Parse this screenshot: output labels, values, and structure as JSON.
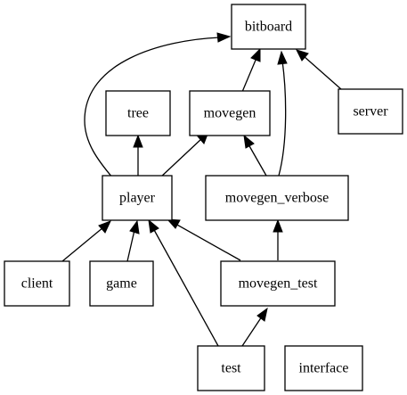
{
  "graph": {
    "nodes": [
      {
        "id": "bitboard",
        "label": "bitboard"
      },
      {
        "id": "tree",
        "label": "tree"
      },
      {
        "id": "movegen",
        "label": "movegen"
      },
      {
        "id": "server",
        "label": "server"
      },
      {
        "id": "player",
        "label": "player"
      },
      {
        "id": "movegen_verbose",
        "label": "movegen_verbose"
      },
      {
        "id": "client",
        "label": "client"
      },
      {
        "id": "game",
        "label": "game"
      },
      {
        "id": "movegen_test",
        "label": "movegen_test"
      },
      {
        "id": "test",
        "label": "test"
      },
      {
        "id": "interface",
        "label": "interface"
      }
    ],
    "edges": [
      {
        "from": "player",
        "to": "bitboard"
      },
      {
        "from": "movegen",
        "to": "bitboard"
      },
      {
        "from": "movegen_verbose",
        "to": "bitboard"
      },
      {
        "from": "server",
        "to": "bitboard"
      },
      {
        "from": "player",
        "to": "tree"
      },
      {
        "from": "player",
        "to": "movegen"
      },
      {
        "from": "movegen_verbose",
        "to": "movegen"
      },
      {
        "from": "client",
        "to": "player"
      },
      {
        "from": "game",
        "to": "player"
      },
      {
        "from": "movegen_test",
        "to": "player"
      },
      {
        "from": "test",
        "to": "player"
      },
      {
        "from": "movegen_test",
        "to": "movegen_verbose"
      },
      {
        "from": "test",
        "to": "movegen_test"
      }
    ]
  }
}
